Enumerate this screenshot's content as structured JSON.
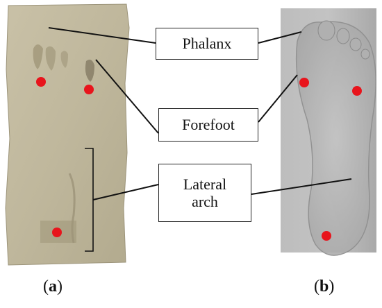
{
  "labels": {
    "phalanx": "Phalanx",
    "forefoot": "Forefoot",
    "lateral_arch_line1": "Lateral",
    "lateral_arch_line2": "arch"
  },
  "captions": {
    "a_open": "(",
    "a_letter": "a",
    "a_close": ")",
    "b_open": "(",
    "b_letter": "b",
    "b_close": ")"
  },
  "colors": {
    "marker": "#e8141c",
    "clay": "#bdb49a",
    "insole": "#b9b9b9",
    "leader_line": "#111111"
  },
  "panels": {
    "a": "clay-foot-impression",
    "b": "insole-scan"
  },
  "marker_count": {
    "panel_a": 3,
    "panel_b": 3
  }
}
